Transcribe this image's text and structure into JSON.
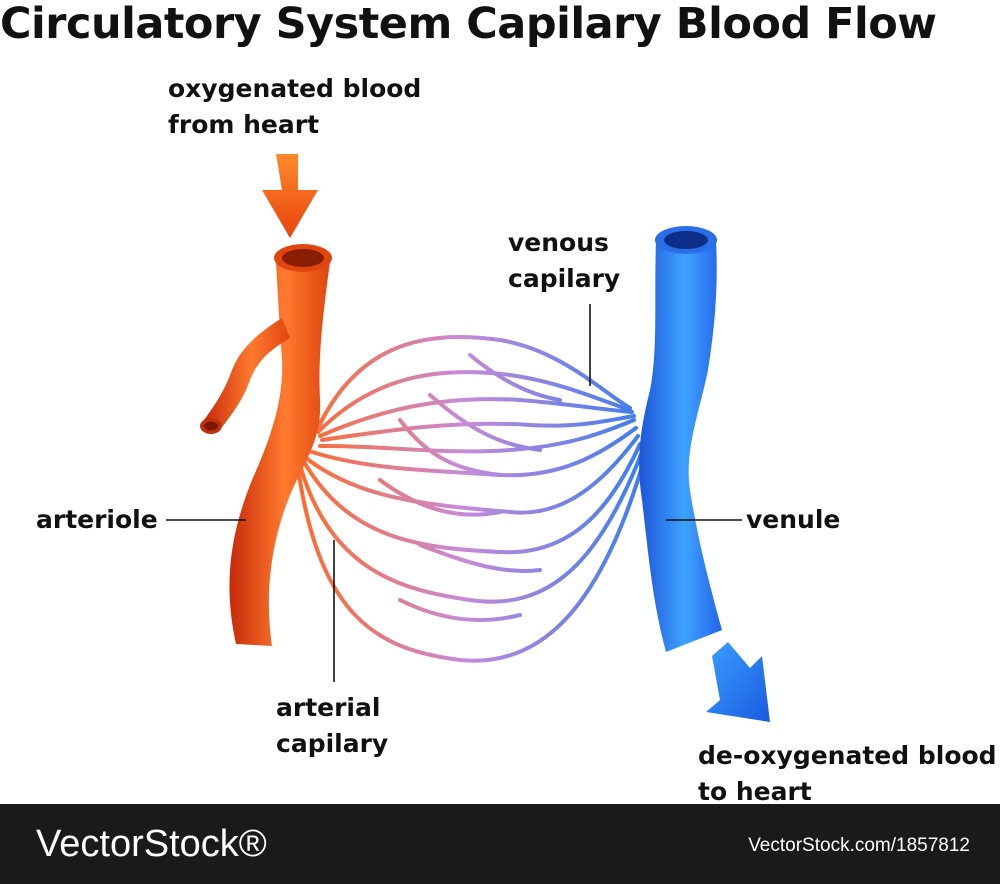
{
  "title": "Circulatory System Capilary Blood Flow",
  "labels": {
    "oxygenated": [
      "oxygenated blood",
      "from heart"
    ],
    "venous_capillary": [
      "venous",
      "capilary"
    ],
    "arteriole": "arteriole",
    "venule": "venule",
    "arterial_capillary": [
      "arterial",
      "capilary"
    ],
    "deoxygenated": [
      "de-oxygenated blood",
      "to heart"
    ]
  },
  "colors": {
    "artery_light": "#ff8a3d",
    "artery_dark": "#d8320e",
    "vein_light": "#4aa8ff",
    "vein_dark": "#1f5fe0",
    "capillary_mid": "#a78be0"
  },
  "footer": {
    "logo": "VectorStock®",
    "url": "VectorStock.com/1857812"
  }
}
